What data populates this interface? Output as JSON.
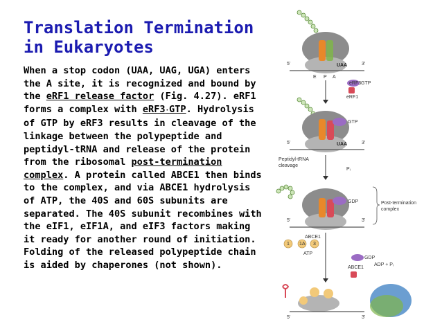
{
  "title": {
    "line1": "Translation Termination",
    "line2": "in Eukaryotes"
  },
  "body": {
    "t1": "When a stop codon (UAA, UAG, UGA) enters the A site, it is recognized and bound by the ",
    "link1": "eRF1 release factor",
    "t2": " (Fig. 4.27). eRF1 forms a complex with ",
    "link2a": "eRF3",
    "link2sep": "·",
    "link2b": "GTP",
    "t3": ". Hydrolysis of GTP by eRF3 results in cleavage of the linkage between the polypeptide and peptidyl-tRNA and release of the protein from the ribosomal ",
    "link3": "post-termination complex",
    "t4": ". A protein called ABCE1 then binds to the complex, and via ABCE1 hydrolysis of ATP, the 40S and 60S subunits are separated. The 40S subunit recombines with the eIF1, eIF1A, and eIF3 factors making it ready for another round of initiation. Folding of the released polypeptide chain is aided by chaperones (not shown)."
  },
  "figure": {
    "five_prime": "5'",
    "three_prime": "3'",
    "site_e": "E",
    "site_p": "P",
    "site_a": "A",
    "stop_codon": "UAA",
    "erf3_gtp": "eRF3",
    "gtp": "GTP",
    "erf1": "eRF1",
    "peptidyl_label": "Peptidyl-tRNA",
    "cleavage_label": "cleavage",
    "pi_label": "Pᵢ",
    "gdp": "GDP",
    "post_term_label": "Post-termination",
    "complex_label": "complex",
    "abce1": "ABCE1",
    "atp": "ATP",
    "adp_pi": "ADP + Pᵢ",
    "if1": "1",
    "if1a": "1A",
    "if3": "3"
  },
  "colors": {
    "title": "#1b1bb0",
    "subunit_60s": "#8c8c8c",
    "subunit_40s": "#b4b4b4",
    "trna_orange": "#e8882a",
    "trna_green": "#7fb54a",
    "erf1_red": "#d84a58",
    "erf3_purple": "#9b6cc4",
    "if_yellow": "#f2c979",
    "if_blue": "#6b9ed1"
  }
}
